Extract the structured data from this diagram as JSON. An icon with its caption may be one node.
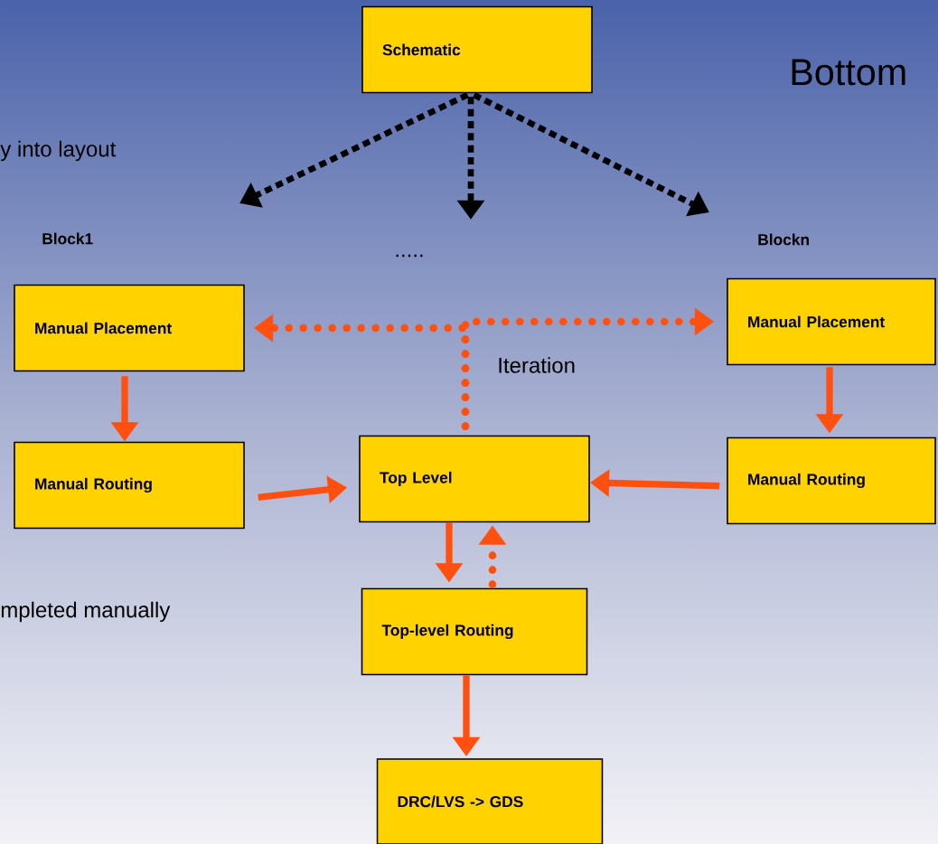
{
  "diagram": {
    "nodes": [
      {
        "text": [
          "Schematic"
        ]
      },
      {
        "text": [
          "Manual Placement"
        ]
      },
      {
        "text": [
          "Manual Routing"
        ]
      },
      {
        "text": [
          "Top Level"
        ]
      },
      {
        "text": [
          "Top-level Routing"
        ]
      },
      {
        "text": [
          "DRC/LVS -> GDS"
        ]
      },
      {
        "text": [
          "Manual Placement"
        ]
      },
      {
        "text": [
          "Manual Routing"
        ]
      }
    ],
    "edges": [
      {
        "from": 0,
        "to": null,
        "arrow": "to",
        "style": "dashed",
        "color": "#000000"
      },
      {
        "from": 0,
        "to": null,
        "arrow": "to",
        "style": "dashed",
        "color": "#000000"
      },
      {
        "from": 0,
        "to": null,
        "arrow": "to",
        "style": "dashed",
        "color": "#000000"
      },
      {
        "from": 3,
        "to": 1,
        "arrow": "to",
        "style": "dashed"
      },
      {
        "from": 3,
        "to": 6,
        "arrow": "to",
        "style": "dashed"
      },
      {
        "from": 1,
        "to": 2,
        "arrow": "to"
      },
      {
        "from": 2,
        "to": 3,
        "arrow": "to"
      },
      {
        "from": 7,
        "to": 3,
        "arrow": "to"
      },
      {
        "from": 6,
        "to": 7,
        "arrow": "to"
      },
      {
        "from": 3,
        "to": 4,
        "arrow": "to"
      },
      {
        "from": 4,
        "to": 3,
        "arrow": "to",
        "style": "dashed"
      },
      {
        "from": 4,
        "to": 5,
        "arrow": "to"
      }
    ],
    "labels": [
      "Bottom",
      "y into layout",
      "Block1",
      "Blockn",
      ".....",
      "Iteration",
      "mpleted manually"
    ]
  }
}
